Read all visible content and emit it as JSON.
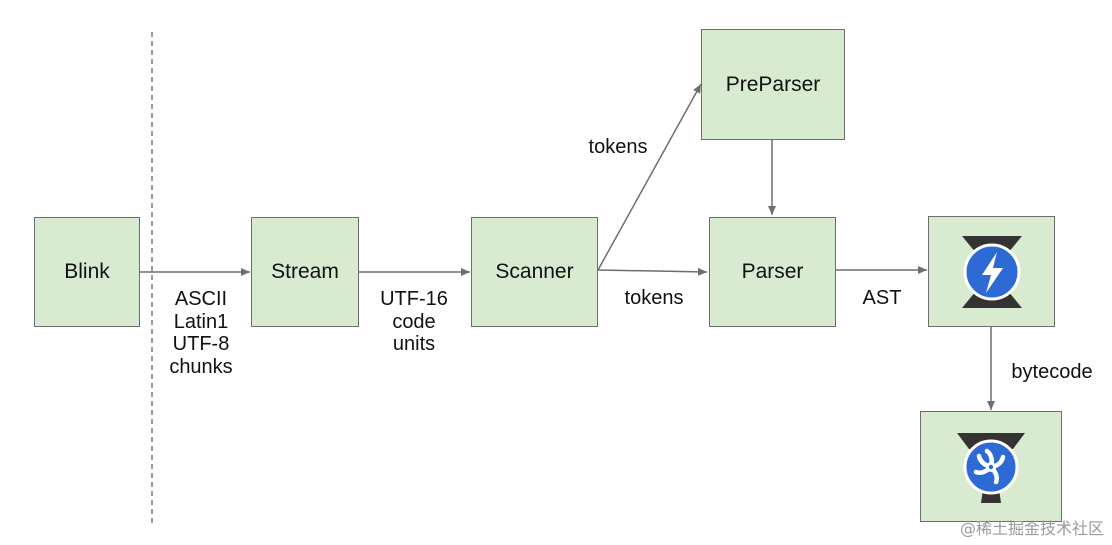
{
  "nodes": {
    "blink": "Blink",
    "stream": "Stream",
    "scanner": "Scanner",
    "preparser": "PreParser",
    "parser": "Parser",
    "ignition_icon": "ignition-compiler-icon",
    "turbofan_icon": "turbofan-compiler-icon"
  },
  "edges": {
    "blink_stream": [
      "ASCII",
      "Latin1",
      "UTF-8",
      "chunks"
    ],
    "stream_scanner": [
      "UTF-16",
      "code",
      "units"
    ],
    "scanner_preparser": "tokens",
    "scanner_parser": "tokens",
    "parser_ignition": "AST",
    "ignition_turbofan": "bytecode"
  },
  "watermark": "@稀土掘金技术社区",
  "colors": {
    "box_fill": "#d8ebd0",
    "box_border": "#6e6e6e",
    "arrow": "#6e6e6e",
    "icon_blue": "#2e6ad6",
    "icon_dark": "#333333"
  }
}
